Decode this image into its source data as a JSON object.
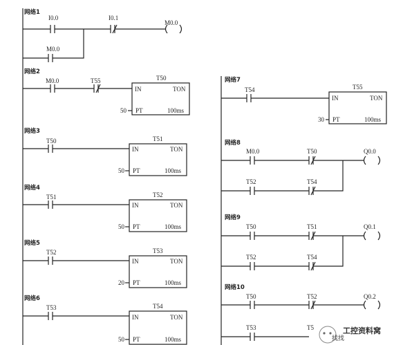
{
  "networks": {
    "n1": {
      "title": "网络1",
      "c1": "I0.0",
      "c2": "I0.1",
      "c3": "M0.0",
      "coil": "M0.0"
    },
    "n2": {
      "title": "网络2",
      "c1": "M0.0",
      "c2": "T55",
      "timer": "T50",
      "pt": "50"
    },
    "n3": {
      "title": "网络3",
      "c1": "T50",
      "timer": "T51",
      "pt": "50"
    },
    "n4": {
      "title": "网络4",
      "c1": "T51",
      "timer": "T52",
      "pt": "50"
    },
    "n5": {
      "title": "网络5",
      "c1": "T52",
      "timer": "T53",
      "pt": "20"
    },
    "n6": {
      "title": "网络6",
      "c1": "T53",
      "timer": "T54",
      "pt": "50"
    },
    "n7": {
      "title": "网络7",
      "c1": "T54",
      "timer": "T55",
      "pt": "30"
    },
    "n8": {
      "title": "网络8",
      "c1": "M0.0",
      "c2": "T50",
      "c3": "T52",
      "c4": "T54",
      "coil": "Q0.0"
    },
    "n9": {
      "title": "网络9",
      "c1": "T50",
      "c2": "T51",
      "c3": "T52",
      "c4": "T54",
      "coil": "Q0.1"
    },
    "n10": {
      "title": "网络10",
      "c1": "T50",
      "c2": "T52",
      "c3": "T53",
      "c4": "T5",
      "coil": "Q0.2"
    }
  },
  "timer_labels": {
    "in": "IN",
    "ton": "TON",
    "pt": "PT",
    "base": "100ms"
  },
  "watermark": {
    "text": "工控资料窝",
    "sub": "找找"
  }
}
